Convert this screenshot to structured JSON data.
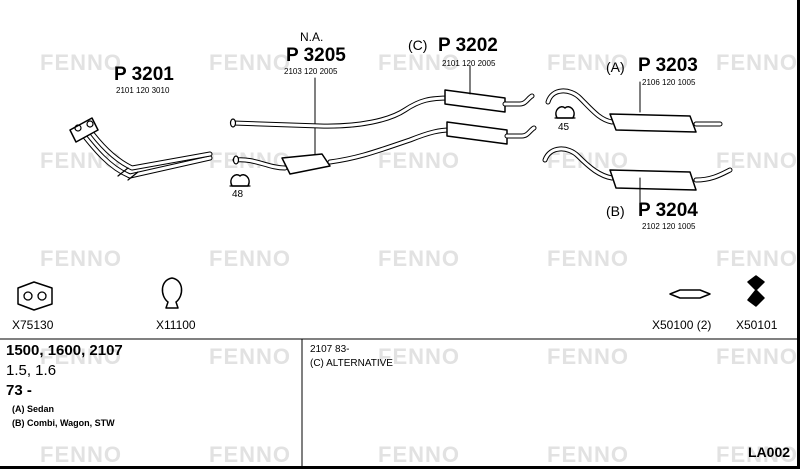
{
  "watermark": "FENNO",
  "parts": [
    {
      "id": "p3201",
      "variant": "",
      "na": "",
      "number": "P 3201",
      "code": "2101 120 3010"
    },
    {
      "id": "p3205",
      "variant": "",
      "na": "N.A.",
      "number": "P 3205",
      "code": "2103 120 2005"
    },
    {
      "id": "p3202",
      "variant": "(C)",
      "na": "",
      "number": "P 3202",
      "code": "2101 120 2005"
    },
    {
      "id": "p3203",
      "variant": "(A)",
      "na": "",
      "number": "P 3203",
      "code": "2106 120 1005"
    },
    {
      "id": "p3204",
      "variant": "(B)",
      "na": "",
      "number": "P 3204",
      "code": "2102 120 1005"
    }
  ],
  "clamps": [
    {
      "id": "clamp-48",
      "label": "48"
    },
    {
      "id": "clamp-45",
      "label": "45"
    }
  ],
  "accessories": [
    {
      "id": "x75130",
      "label": "X75130"
    },
    {
      "id": "x11100",
      "label": "X11100"
    },
    {
      "id": "x50100",
      "label": "X50100 (2)"
    },
    {
      "id": "x50101",
      "label": "X50101"
    }
  ],
  "info_left": {
    "models": "1500, 1600, 2107",
    "engine": "1.5, 1.6",
    "year": "73 -",
    "note_a": "(A) Sedan",
    "note_b": "(B) Combi, Wagon, STW"
  },
  "info_right": {
    "line1": "2107 83-",
    "line2": "(C) ALTERNATIVE"
  },
  "diagram_code": "LA002"
}
